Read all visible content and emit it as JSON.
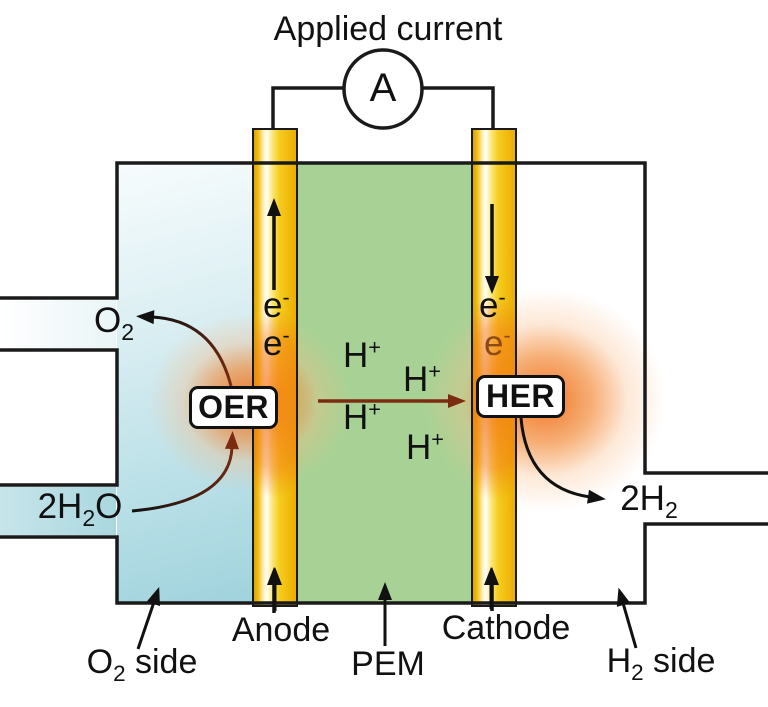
{
  "title": "Applied current",
  "ammeter": {
    "label": "A"
  },
  "badges": {
    "oer": "OER",
    "her": "HER"
  },
  "species": {
    "oxygen": {
      "base": "O",
      "sub": "2"
    },
    "water": {
      "pre": "2H",
      "sub": "2",
      "post": "O"
    },
    "hydrogen": {
      "pre": "2H",
      "sub": "2"
    },
    "proton": {
      "base": "H",
      "sup": "+"
    },
    "electron": {
      "base": "e",
      "sup": "-"
    }
  },
  "part_labels": {
    "anode": "Anode",
    "pem": "PEM",
    "cathode": "Cathode",
    "o2_side": {
      "base": "O",
      "sub": "2",
      "rest": " side"
    },
    "h2_side": {
      "base": "H",
      "sub": "2",
      "rest": " side"
    }
  },
  "colors": {
    "electrode_gold": "#f6c81c",
    "membrane_green": "#a8d295",
    "water_blue": "#a3d5de",
    "glow_orange": "#f0701c",
    "arrow_brown": "#7b2c10",
    "outline_black": "#1a1a1a"
  }
}
